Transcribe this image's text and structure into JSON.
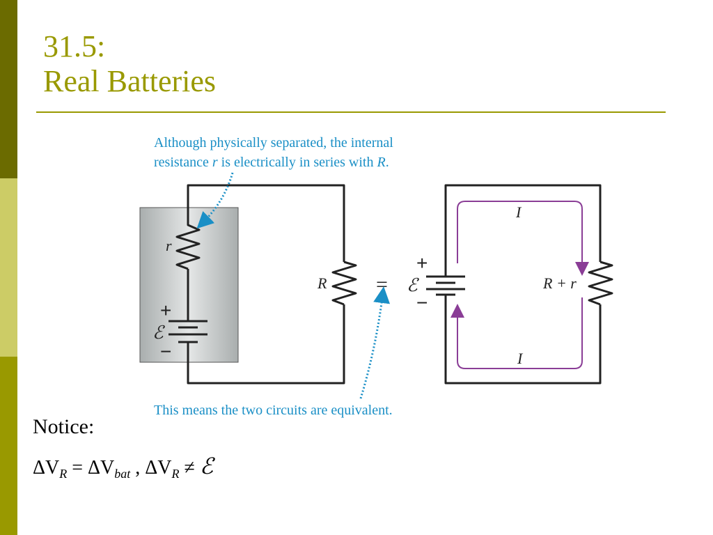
{
  "slide": {
    "title_line1": "31.5:",
    "title_line2": "Real Batteries"
  },
  "figure": {
    "caption_top_line1": "Although physically separated, the internal",
    "caption_top_line2_a": "resistance ",
    "caption_top_line2_r": "r",
    "caption_top_line2_b": " is electrically in series with ",
    "caption_top_line2_R": "R",
    "caption_top_line2_c": ".",
    "caption_bottom": "This means the two circuits are equivalent.",
    "left_circuit": {
      "internal_resistor_label": "r",
      "plus_sign": "+",
      "emf_symbol": "ℰ",
      "minus_sign": "−",
      "load_resistor_label": "R"
    },
    "equals_sign": "=",
    "right_circuit": {
      "plus_sign": "+",
      "emf_symbol": "ℰ",
      "minus_sign": "−",
      "current_top": "I",
      "current_bottom": "I",
      "resistor_label": "R + r"
    },
    "colors": {
      "caption": "#1a8fc6",
      "current_arrows": "#8a3d96",
      "battery_box": "#c7cbcb",
      "wire": "#222222"
    }
  },
  "notes": {
    "notice_label": "Notice:",
    "formula": {
      "delta1": "ΔV",
      "sub1": "R",
      "eq": " = ",
      "delta2": "ΔV",
      "sub2": "bat",
      "sep": "  , ",
      "delta3": "ΔV",
      "sub3": "R",
      "neq": " ≠ ",
      "emf": "ℰ"
    }
  }
}
